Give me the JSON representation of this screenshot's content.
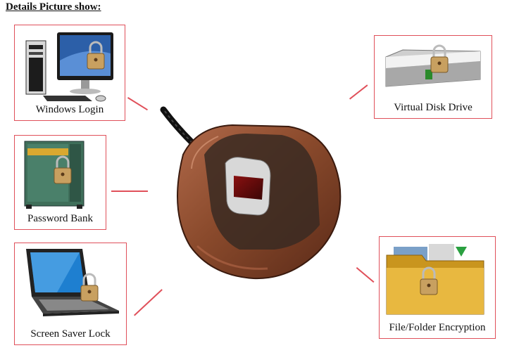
{
  "heading": "Details Picture show:",
  "cards": {
    "windows_login": {
      "caption": "Windows Login",
      "icon": "desktop-computer-with-padlock"
    },
    "password_bank": {
      "caption": "Password Bank",
      "icon": "safe-with-padlock"
    },
    "screen_saver_lock": {
      "caption": "Screen Saver Lock",
      "icon": "laptop-with-padlock"
    },
    "virtual_disk_drive": {
      "caption": "Virtual Disk Drive",
      "icon": "hard-drive-with-padlock"
    },
    "file_folder_encryption": {
      "caption": "File/Folder Encryption",
      "icon": "folder-with-padlock"
    }
  },
  "device": {
    "name": "fingerprint-scanner",
    "finish": "copper"
  },
  "colors": {
    "border": "#e0505a",
    "copper": "#8a4a2c"
  }
}
